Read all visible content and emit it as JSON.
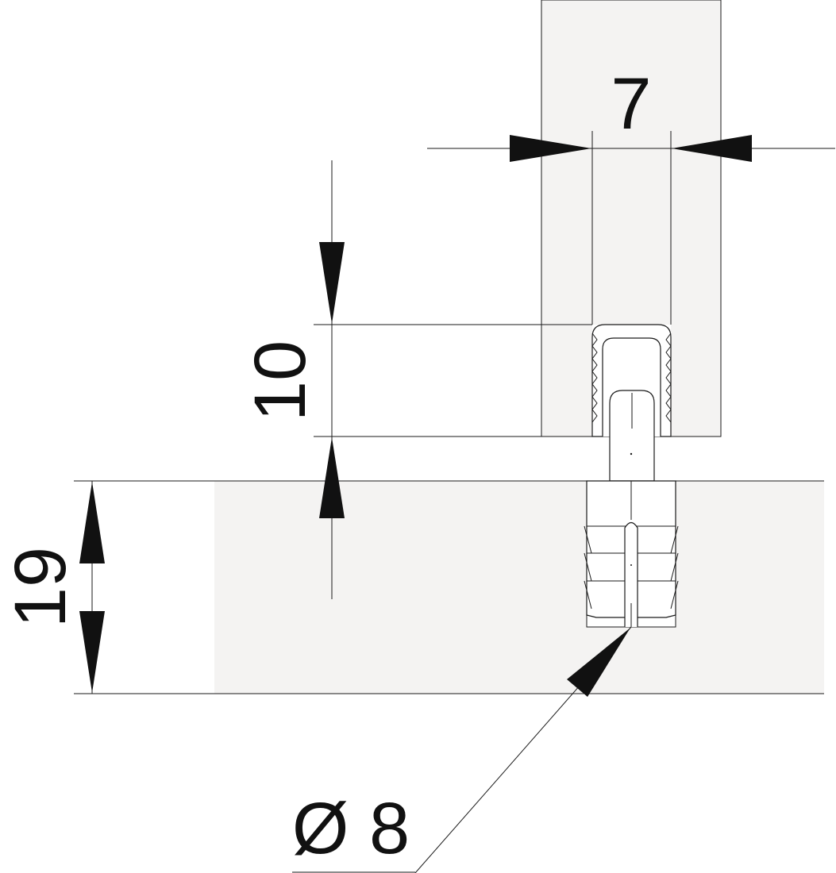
{
  "colors": {
    "panel_fill": "#f4f3f2",
    "line": "#1a1a1a",
    "arrow": "#111111",
    "background": "#ffffff"
  },
  "dimensions": {
    "width_top": "7",
    "insertion_depth": "10",
    "board_thickness": "19",
    "hole_diameter": "Ø 8"
  }
}
